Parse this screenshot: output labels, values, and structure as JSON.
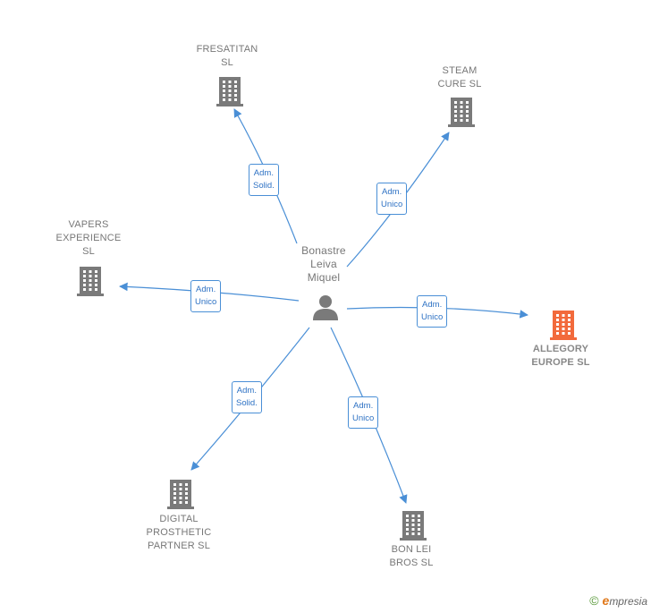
{
  "diagram": {
    "center": {
      "name_lines": [
        "Bonastre",
        "Leiva",
        "Miquel"
      ],
      "icon": "person-icon"
    },
    "companies": [
      {
        "id": "fresatitan",
        "name_lines": [
          "FRESATITAN",
          "SL"
        ],
        "role_lines": [
          "Adm.",
          "Solid."
        ],
        "icon": "building-icon"
      },
      {
        "id": "steam",
        "name_lines": [
          "STEAM",
          "CURE  SL"
        ],
        "role_lines": [
          "Adm.",
          "Unico"
        ],
        "icon": "building-icon"
      },
      {
        "id": "vapers",
        "name_lines": [
          "VAPERS",
          "EXPERIENCE",
          "SL"
        ],
        "role_lines": [
          "Adm.",
          "Unico"
        ],
        "icon": "building-icon"
      },
      {
        "id": "allegory",
        "name_lines": [
          "ALLEGORY",
          "EUROPE  SL"
        ],
        "role_lines": [
          "Adm.",
          "Unico"
        ],
        "icon": "building-icon",
        "highlight": true
      },
      {
        "id": "digital",
        "name_lines": [
          "DIGITAL",
          "PROSTHETIC",
          "PARTNER  SL"
        ],
        "role_lines": [
          "Adm.",
          "Solid."
        ],
        "icon": "building-icon"
      },
      {
        "id": "bonlei",
        "name_lines": [
          "BON LEI",
          "BROS  SL"
        ],
        "role_lines": [
          "Adm.",
          "Unico"
        ],
        "icon": "building-icon"
      }
    ]
  },
  "colors": {
    "edge": "#4a8fd6",
    "building": "#7a7a7a",
    "highlight_building": "#f26a3c",
    "person": "#7a7a7a"
  },
  "footer": {
    "copyright_symbol": "©",
    "brand_initial": "e",
    "brand_rest": "mpresia"
  }
}
